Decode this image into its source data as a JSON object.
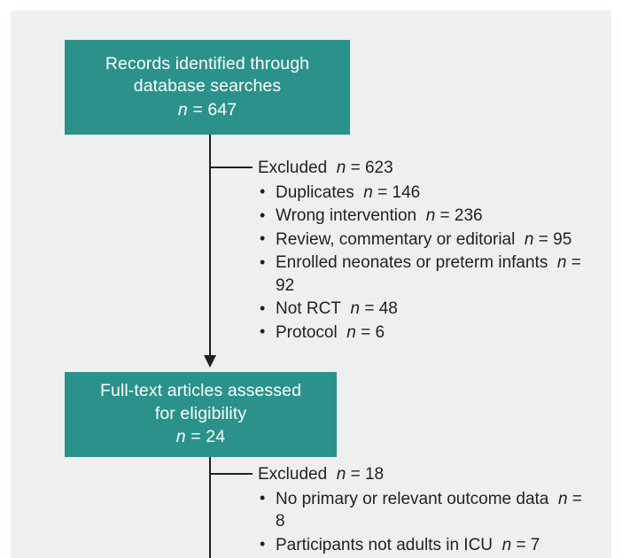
{
  "figure": {
    "type": "prisma-flow-diagram",
    "colors": {
      "box_fill": "#2a928b",
      "box_text": "#ffffff",
      "panel_background": "#eef0ef",
      "connector": "#231f20",
      "body_text": "#231f20"
    },
    "boxes": [
      {
        "id": "records-identified",
        "line1": "Records identified through",
        "line2": "database searches",
        "n_label": "n",
        "n_value": "= 647"
      },
      {
        "id": "full-text-assessed",
        "line1": "Full-text articles assessed",
        "line2": "for eligibility",
        "n_label": "n",
        "n_value": "= 24"
      }
    ],
    "excluded_blocks": [
      {
        "id": "excluded-screening",
        "title_label": "Excluded",
        "title_n": "n",
        "title_value": "= 623",
        "items": [
          {
            "text": "Duplicates",
            "n": "n",
            "value": "= 146"
          },
          {
            "text": "Wrong intervention",
            "n": "n",
            "value": "= 236"
          },
          {
            "text": "Review, commentary or editorial",
            "n": "n",
            "value": "= 95"
          },
          {
            "text": "Enrolled neonates or preterm infants",
            "n": "n",
            "value": "= 92"
          },
          {
            "text": "Not RCT",
            "n": "n",
            "value": "= 48"
          },
          {
            "text": "Protocol",
            "n": "n",
            "value": "= 6"
          }
        ]
      },
      {
        "id": "excluded-eligibility",
        "title_label": "Excluded",
        "title_n": "n",
        "title_value": "= 18",
        "items": [
          {
            "text": "No primary or relevant outcome data",
            "n": "n",
            "value": "= 8"
          },
          {
            "text": "Participants not adults in ICU",
            "n": "n",
            "value": "= 7"
          }
        ]
      }
    ],
    "bullet_glyph": "•"
  }
}
